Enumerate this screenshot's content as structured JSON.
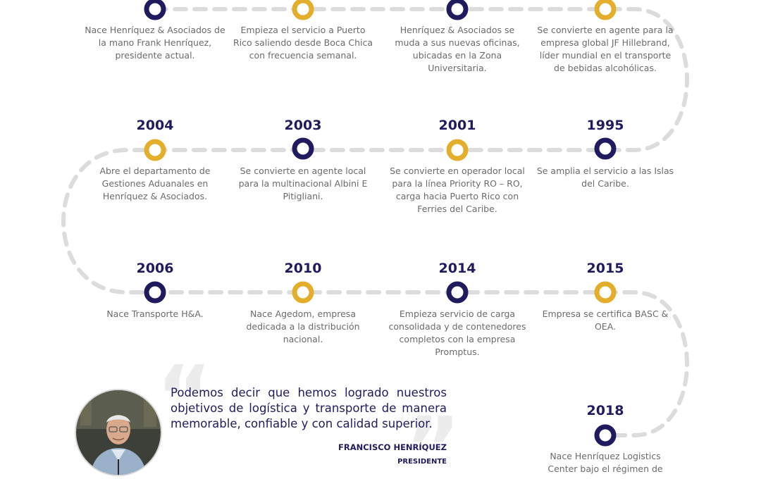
{
  "timeline": {
    "row1": [
      {
        "year": "",
        "text": "Nace Henríquez & Asociados de la mano Frank Henríquez, presidente actual."
      },
      {
        "year": "",
        "text": "Empieza el servicio a Puerto Rico saliendo desde Boca Chica con frecuencia semanal."
      },
      {
        "year": "",
        "text": "Henríquez & Asociados se muda a sus nuevas oficinas, ubicadas en la Zona Universitaria."
      },
      {
        "year": "",
        "text": "Se convierte en agente para la empresa global JF Hillebrand, líder mundial en el transporte de bebidas alcohólicas."
      }
    ],
    "row2": [
      {
        "year": "2004",
        "text": "Abre el departamento de Gestiones Aduanales en Henríquez & Asociados."
      },
      {
        "year": "2003",
        "text": "Se convierte en agente local para la multinacional Albini E Pitigliani."
      },
      {
        "year": "2001",
        "text": "Se convierte en operador local para la línea Priority RO – RO, carga hacia Puerto Rico con Ferries del Caribe."
      },
      {
        "year": "1995",
        "text": "Se amplia el servicio a las Islas del Caribe."
      }
    ],
    "row3": [
      {
        "year": "2006",
        "text": "Nace Transporte H&A."
      },
      {
        "year": "2010",
        "text": "Nace Agedom, empresa dedicada a la distribución nacional."
      },
      {
        "year": "2014",
        "text": "Empieza servicio de carga consolidada y de contenedores completos con la empresa Promptus."
      },
      {
        "year": "2015",
        "text": "Empresa se certifica BASC & OEA."
      }
    ],
    "row4": [
      {
        "year": "2018",
        "text": "Nace Henríquez Logistics Center bajo el régimen de"
      }
    ]
  },
  "quote": {
    "text": "Podemos decir que hemos logrado nuestros objetivos de logística y transporte de manera memorable, confiable y con calidad superior.",
    "author": "FRANCISCO HENRÍQUEZ",
    "role": "PRESIDENTE"
  },
  "colors": {
    "navy": "#1f1b5e",
    "gold": "#e3ae2c",
    "dash": "#d9d9d9",
    "text": "#6b6b6b"
  }
}
